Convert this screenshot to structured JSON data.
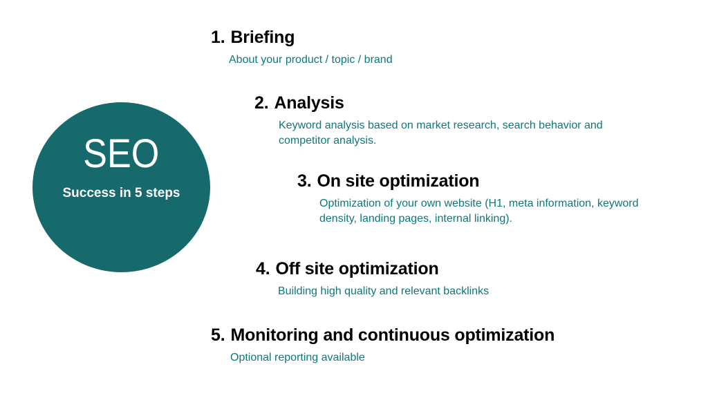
{
  "diagram": {
    "badge": {
      "title": "SEO",
      "subtitle": "Success in 5 steps"
    },
    "steps": [
      {
        "number": "1.",
        "title": "Briefing",
        "lines": [
          "About your product / topic / brand"
        ]
      },
      {
        "number": "2.",
        "title": "Analysis",
        "lines": [
          "Keyword analysis based on market research, search behavior and",
          "competitor analysis."
        ]
      },
      {
        "number": "3.",
        "title": "On site optimization",
        "lines": [
          "Optimization of your own website (H1, meta information, keyword",
          "density, landing pages, internal linking)."
        ]
      },
      {
        "number": "4.",
        "title": "Off site optimization",
        "lines": [
          "Building high quality and relevant backlinks"
        ]
      },
      {
        "number": "5.",
        "title": "Monitoring and continuous optimization",
        "lines": [
          "Optional reporting available"
        ]
      }
    ],
    "colors": {
      "circle": "#176a6b",
      "heading": "#000000",
      "description": "#0e7778",
      "badge_text": "#ffffff",
      "background": "#ffffff"
    }
  }
}
